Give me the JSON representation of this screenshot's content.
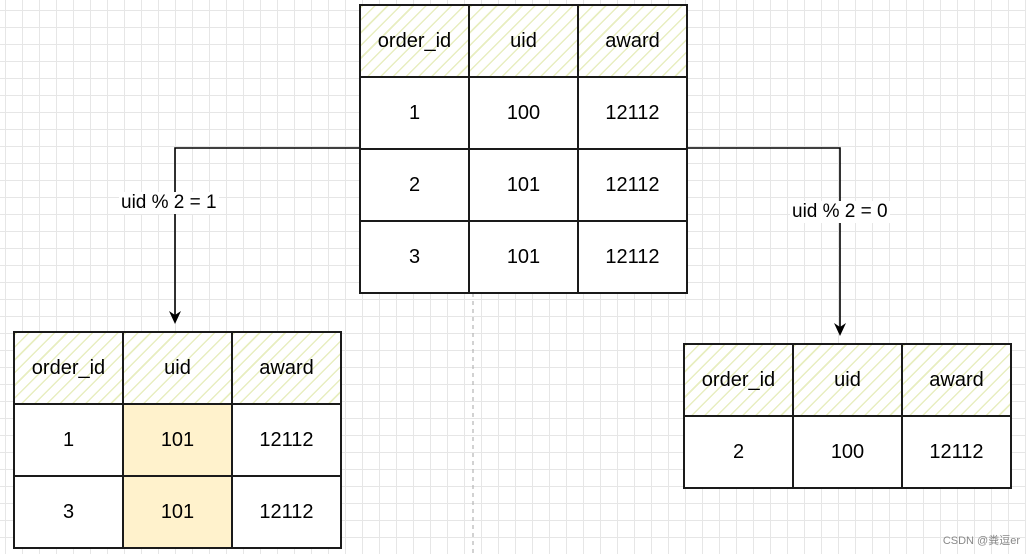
{
  "source_table": {
    "headers": [
      "order_id",
      "uid",
      "award"
    ],
    "rows": [
      [
        "1",
        "100",
        "12112"
      ],
      [
        "2",
        "101",
        "12112"
      ],
      [
        "3",
        "101",
        "12112"
      ]
    ]
  },
  "left_table": {
    "headers": [
      "order_id",
      "uid",
      "award"
    ],
    "rows": [
      [
        "1",
        "101",
        "12112"
      ],
      [
        "3",
        "101",
        "12112"
      ]
    ],
    "highlight_color": "#fff2cc"
  },
  "right_table": {
    "headers": [
      "order_id",
      "uid",
      "award"
    ],
    "rows": [
      [
        "2",
        "100",
        "12112"
      ]
    ]
  },
  "edges": {
    "left_label": "uid % 2 = 1",
    "right_label": "uid % 2 = 0"
  },
  "watermark": "CSDN @粪逗er",
  "colors": {
    "grid": "#e6e6e6",
    "header_hatch": "#d6e08c",
    "highlight": "#fff2cc",
    "stroke": "#1a1a1a"
  }
}
